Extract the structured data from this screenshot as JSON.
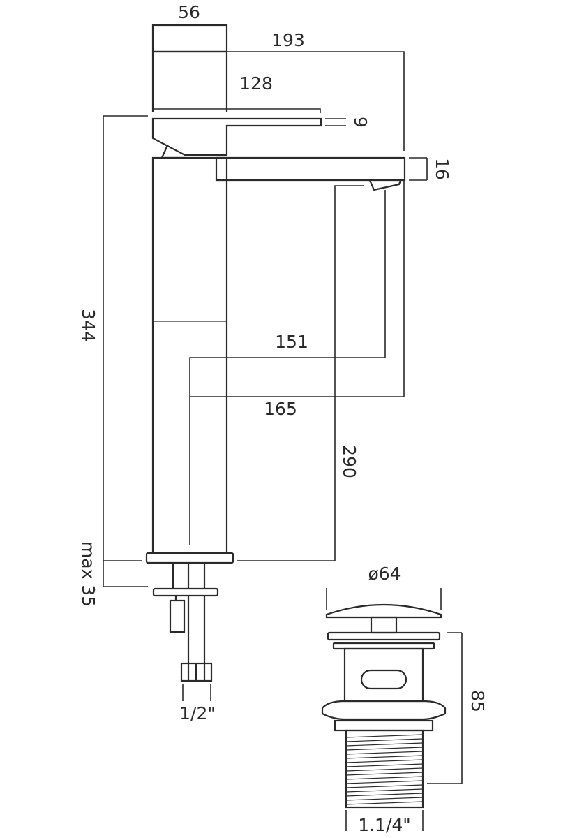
{
  "tap": {
    "dimensions": {
      "body_width": "56",
      "overall_reach": "193",
      "lever_reach": "128",
      "lever_thickness": "9",
      "spout_thickness": "16",
      "height": "344",
      "spout_to_body": "151",
      "outlet_reach": "165",
      "outlet_height": "290",
      "max_deck": "max 35",
      "connector": "1/2\""
    }
  },
  "waste": {
    "dimensions": {
      "cap_diameter": "ø64",
      "height": "85",
      "thread": "1.1/4\""
    }
  }
}
